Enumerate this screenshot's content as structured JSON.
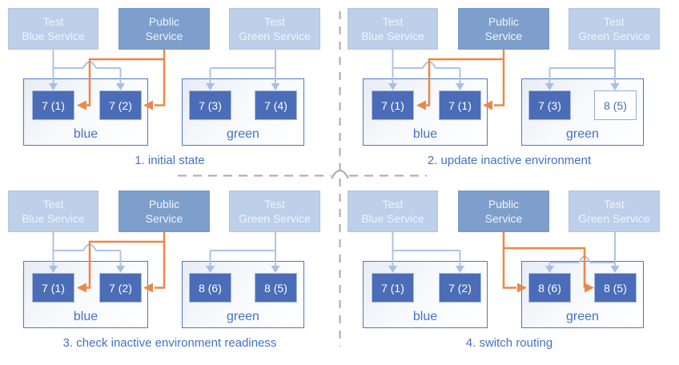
{
  "colors": {
    "accent_blue": "#4472c4",
    "pod_fill": "#4b6cb7",
    "service_light_fill": "#bdcfe9",
    "service_public_fill": "#7e9fcb",
    "test_route_arrow": "#afc3e5",
    "public_route_arrow": "#ec8747",
    "divider_gray": "#a8a8a8"
  },
  "services": {
    "test_blue": {
      "line1": "Test",
      "line2": "Blue Service"
    },
    "public": {
      "line1": "Public",
      "line2": "Service"
    },
    "test_green": {
      "line1": "Test",
      "line2": "Green Service"
    }
  },
  "environments": {
    "blue": "blue",
    "green": "green"
  },
  "quadrants": [
    {
      "caption": "1. initial state",
      "public_route": "blue",
      "blue_pods": [
        {
          "label": "7 (1)",
          "style": "filled"
        },
        {
          "label": "7 (2)",
          "style": "filled"
        }
      ],
      "green_pods": [
        {
          "label": "7 (3)",
          "style": "filled"
        },
        {
          "label": "7 (4)",
          "style": "filled"
        }
      ]
    },
    {
      "caption": "2. update inactive environment",
      "public_route": "blue",
      "blue_pods": [
        {
          "label": "7 (1)",
          "style": "filled"
        },
        {
          "label": "7 (1)",
          "style": "filled"
        }
      ],
      "green_pods": [
        {
          "label": "7 (3)",
          "style": "filled"
        },
        {
          "label": "8 (5)",
          "style": "outline"
        }
      ]
    },
    {
      "caption": "3. check inactive environment readiness",
      "public_route": "blue",
      "blue_pods": [
        {
          "label": "7 (1)",
          "style": "filled"
        },
        {
          "label": "7 (2)",
          "style": "filled"
        }
      ],
      "green_pods": [
        {
          "label": "8 (6)",
          "style": "filled"
        },
        {
          "label": "8 (5)",
          "style": "filled"
        }
      ]
    },
    {
      "caption": "4. switch routing",
      "public_route": "green",
      "blue_pods": [
        {
          "label": "7 (1)",
          "style": "filled"
        },
        {
          "label": "7 (2)",
          "style": "filled"
        }
      ],
      "green_pods": [
        {
          "label": "8 (6)",
          "style": "filled"
        },
        {
          "label": "8 (5)",
          "style": "filled"
        }
      ]
    }
  ]
}
